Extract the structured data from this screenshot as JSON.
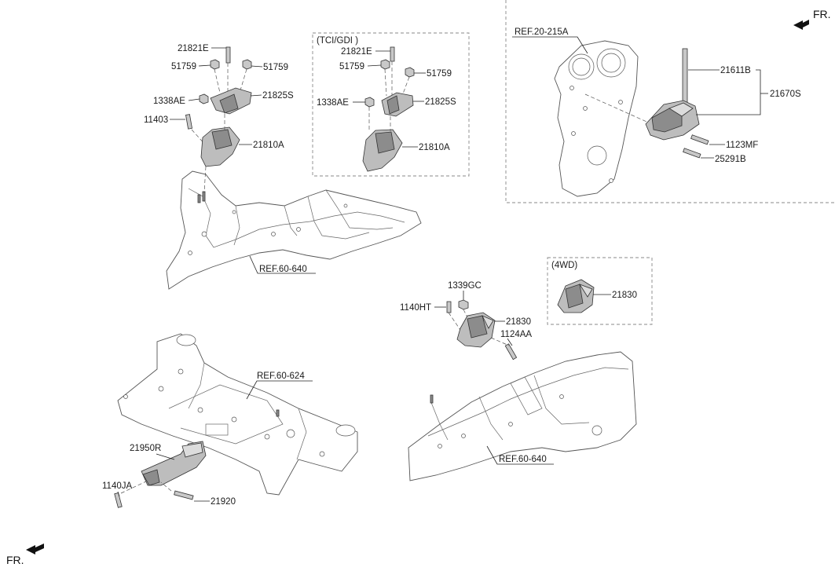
{
  "front_markers": {
    "top_right": "FR.",
    "bottom_left": "FR."
  },
  "groups": {
    "tci_gdi": "(TCI/GDI )",
    "four_wd": "(4WD)"
  },
  "references": {
    "ref_20_215a": "REF.20-215A",
    "ref_60_640_top": "REF.60-640",
    "ref_60_624": "REF.60-624",
    "ref_60_640_bottom": "REF.60-640"
  },
  "labels": {
    "a_21821e": "21821E",
    "a_51759_l": "51759",
    "a_51759_r": "51759",
    "a_1338ae": "1338AE",
    "a_21825s": "21825S",
    "a_11403": "11403",
    "a_21810a": "21810A",
    "b_21821e": "21821E",
    "b_51759_l": "51759",
    "b_51759_r": "51759",
    "b_1338ae": "1338AE",
    "b_21825s": "21825S",
    "b_21810a": "21810A",
    "c_21611b": "21611B",
    "c_21670s": "21670S",
    "c_1123mf": "1123MF",
    "c_25291b": "25291B",
    "d_1339gc": "1339GC",
    "d_1140ht": "1140HT",
    "d_21830": "21830",
    "d_1124aa": "1124AA",
    "e_21830": "21830",
    "f_21950r": "21950R",
    "f_1140ja": "1140JA",
    "f_21920": "21920"
  }
}
